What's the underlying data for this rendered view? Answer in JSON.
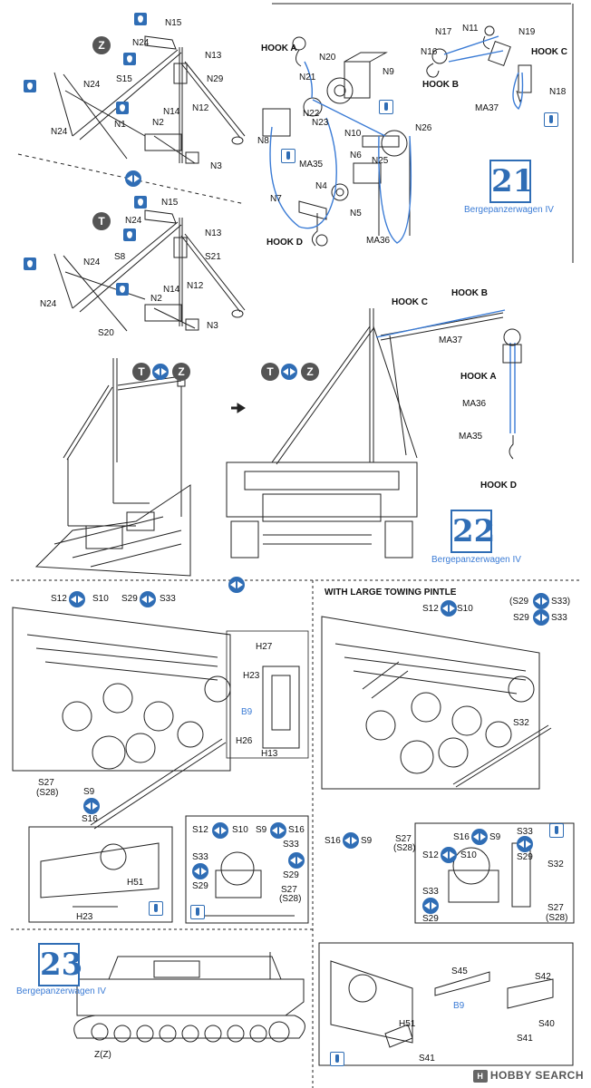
{
  "steps": {
    "s21": {
      "number": "21",
      "vehicle": "Bergepanzerwagen IV"
    },
    "s22": {
      "number": "22",
      "vehicle": "Bergepanzerwagen IV"
    },
    "s23": {
      "number": "23",
      "vehicle": "Bergepanzerwagen IV"
    }
  },
  "variants": {
    "z": "Z",
    "t": "T"
  },
  "step21": {
    "z_labels": [
      "N15",
      "N24",
      "N13",
      "N29",
      "S15",
      "N24",
      "N14",
      "N12",
      "N1",
      "N2",
      "N24",
      "N3"
    ],
    "t_labels": [
      "N15",
      "N24",
      "N13",
      "S8",
      "S21",
      "N24",
      "N14",
      "N12",
      "N2",
      "N24",
      "S20",
      "N3"
    ],
    "hook_labels": [
      "HOOK A",
      "N21",
      "N20",
      "N9",
      "N22",
      "N23",
      "N8",
      "MA35",
      "N10",
      "N6",
      "N25",
      "N26",
      "N4",
      "N7",
      "N5",
      "HOOK D",
      "MA36"
    ],
    "hookbc_labels": [
      "N11",
      "N17",
      "N19",
      "N16",
      "HOOK C",
      "HOOK B",
      "N18",
      "MA37"
    ]
  },
  "step22": {
    "labels": [
      "HOOK C",
      "HOOK B",
      "MA37",
      "HOOK A",
      "MA36",
      "MA35",
      "HOOK D"
    ]
  },
  "left23": {
    "top_labels": [
      "S12",
      "S10",
      "S29",
      "S33"
    ],
    "parts": [
      "H27",
      "H23",
      "B9",
      "H26",
      "H13"
    ],
    "s27": "S27",
    "s28": "(S28)",
    "s9": "S9",
    "s16": "S16",
    "h51": "H51",
    "h23": "H23",
    "inset": [
      "S12",
      "S10",
      "S9",
      "S16",
      "S33",
      "S33",
      "S29",
      "S29",
      "S27",
      "(S28)"
    ]
  },
  "right23": {
    "title": "WITH LARGE TOWING PINTLE",
    "top_labels": [
      "S12",
      "S10",
      "(S29",
      "S33)",
      "S29",
      "S33"
    ],
    "s32": "S32",
    "s16": "S16",
    "s9": "S9",
    "s27": "S27",
    "s28": "(S28)",
    "inset": [
      "S16",
      "S9",
      "S33",
      "S12",
      "S10",
      "S29",
      "S32",
      "S33",
      "S29",
      "S27",
      "(S28)"
    ],
    "lower": [
      "H51",
      "S41",
      "S45",
      "S42",
      "B9",
      "S40",
      "S41"
    ]
  },
  "step23": {
    "label": "Z(Z)"
  },
  "watermark": "HOBBY SEARCH",
  "colors": {
    "accent": "#2f6db5",
    "chain": "#3a7bd5",
    "line": "#222222"
  }
}
